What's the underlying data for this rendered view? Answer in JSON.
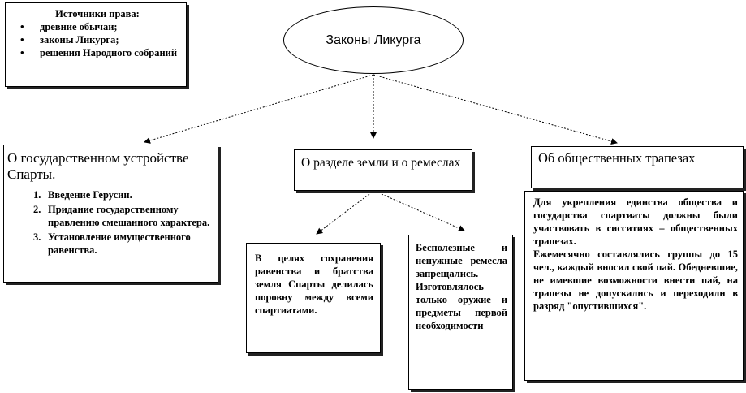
{
  "sources": {
    "title": "Источники права:",
    "items": [
      "древние обычаи;",
      "законы Ликурга;",
      "решения Народного собраний"
    ]
  },
  "center": {
    "title": "Законы Ликурга"
  },
  "state": {
    "heading": "О государственном устройстве Спарты.",
    "items": [
      {
        "num": "1.",
        "text": "Введение Герусии."
      },
      {
        "num": "2.",
        "text": "Придание государственному правлению смешанного характера."
      },
      {
        "num": "3.",
        "text": "Установление имущественного равенства."
      }
    ]
  },
  "land": {
    "heading": "О разделе земли и о ремеслах",
    "left_text": "В целях сохранения равенства и братства земля Спарты делилась поровну между всеми спартиатами.",
    "right_text": "Бесполезные и ненужные ремесла запрещались. Изготовлялось только оружие и предметы первой необходимости"
  },
  "meals": {
    "heading": "Об общественных трапезах",
    "text_1": "Для укрепления единства общества и государства спартиаты должны были участвовать в сисситиях – общественных трапезах.",
    "text_2": "Ежемесячно составлялись группы до 15 чел., каждый вносил свой пай. Обедневшие, не имевшие возможности внести пай, на трапезы не допускались и переходили в разряд \"опустившихся\"."
  }
}
